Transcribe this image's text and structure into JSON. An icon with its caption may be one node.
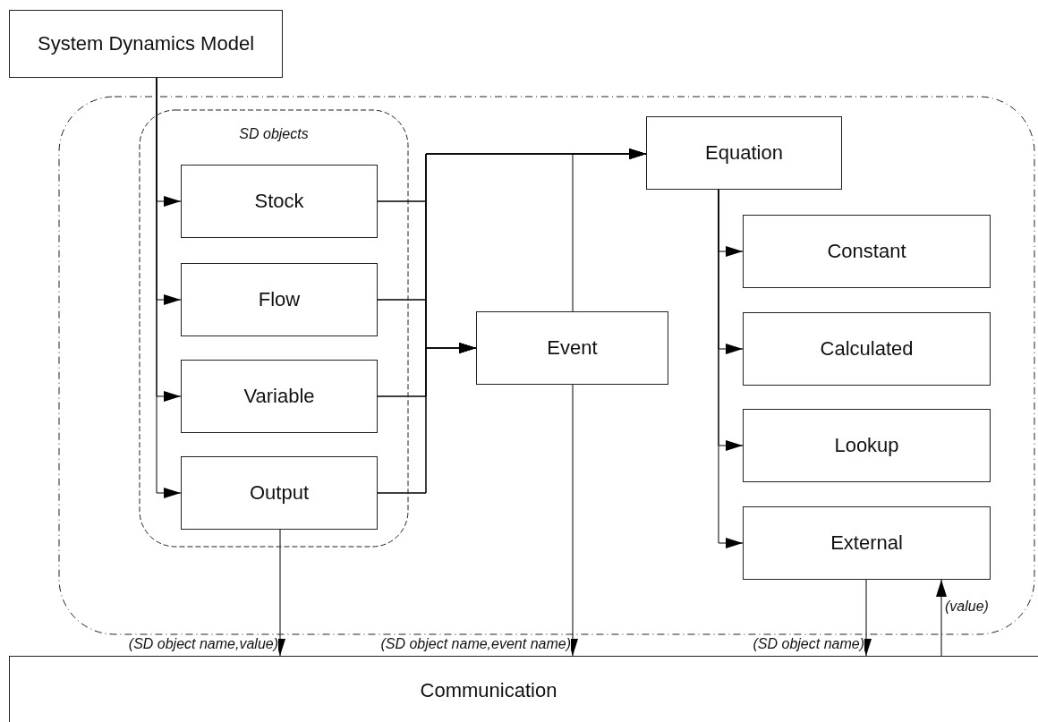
{
  "diagram": {
    "nodes": [
      {
        "text": [
          "System Dynamics Model"
        ]
      },
      {
        "text": [],
        "shape": "box"
      },
      {
        "text": [
          "SD objects"
        ],
        "in": 1
      },
      {
        "text": [
          "Stock"
        ],
        "in": 2
      },
      {
        "text": [
          "Flow"
        ],
        "in": 2
      },
      {
        "text": [
          "Variable"
        ],
        "in": 2
      },
      {
        "text": [
          "Output"
        ],
        "in": 2
      },
      {
        "text": [
          "Equation"
        ],
        "in": 1
      },
      {
        "text": [
          "Event"
        ],
        "in": 1
      },
      {
        "text": [
          "Constant"
        ],
        "in": 1
      },
      {
        "text": [
          "Calculated"
        ],
        "in": 1
      },
      {
        "text": [
          "Lookup"
        ],
        "in": 1
      },
      {
        "text": [
          "External"
        ],
        "in": 1
      },
      {
        "text": [
          "Communication"
        ]
      }
    ],
    "edges": [
      {
        "from": 0,
        "to": 3,
        "arrow": "to"
      },
      {
        "from": 0,
        "to": 4,
        "arrow": "to"
      },
      {
        "from": 0,
        "to": 5,
        "arrow": "to"
      },
      {
        "from": 0,
        "to": 6,
        "arrow": "to"
      },
      {
        "from": 3,
        "to": 7,
        "arrow": "to"
      },
      {
        "from": 3,
        "to": 8,
        "arrow": "to"
      },
      {
        "from": 4,
        "to": 7,
        "arrow": "to"
      },
      {
        "from": 4,
        "to": 8,
        "arrow": "to"
      },
      {
        "from": 5,
        "to": 7,
        "arrow": "to"
      },
      {
        "from": 5,
        "to": 8,
        "arrow": "to"
      },
      {
        "from": 6,
        "to": 7,
        "arrow": "to"
      },
      {
        "from": 6,
        "to": 8,
        "arrow": "to"
      },
      {
        "from": 8,
        "to": 7,
        "arrow": "to"
      },
      {
        "from": 7,
        "to": 9,
        "arrow": "to"
      },
      {
        "from": 7,
        "to": 10,
        "arrow": "to"
      },
      {
        "from": 7,
        "to": 11,
        "arrow": "to"
      },
      {
        "from": 7,
        "to": 12,
        "arrow": "to"
      },
      {
        "from": 6,
        "to": 13,
        "arrow": "to",
        "label": "(SD object name,value)"
      },
      {
        "from": 8,
        "to": 13,
        "arrow": "to",
        "label": "(SD object name,event name)"
      },
      {
        "from": 12,
        "to": 13,
        "arrow": "to",
        "label": "(SD object name)"
      },
      {
        "from": 13,
        "to": 12,
        "arrow": "to",
        "label": "(value)"
      }
    ]
  }
}
